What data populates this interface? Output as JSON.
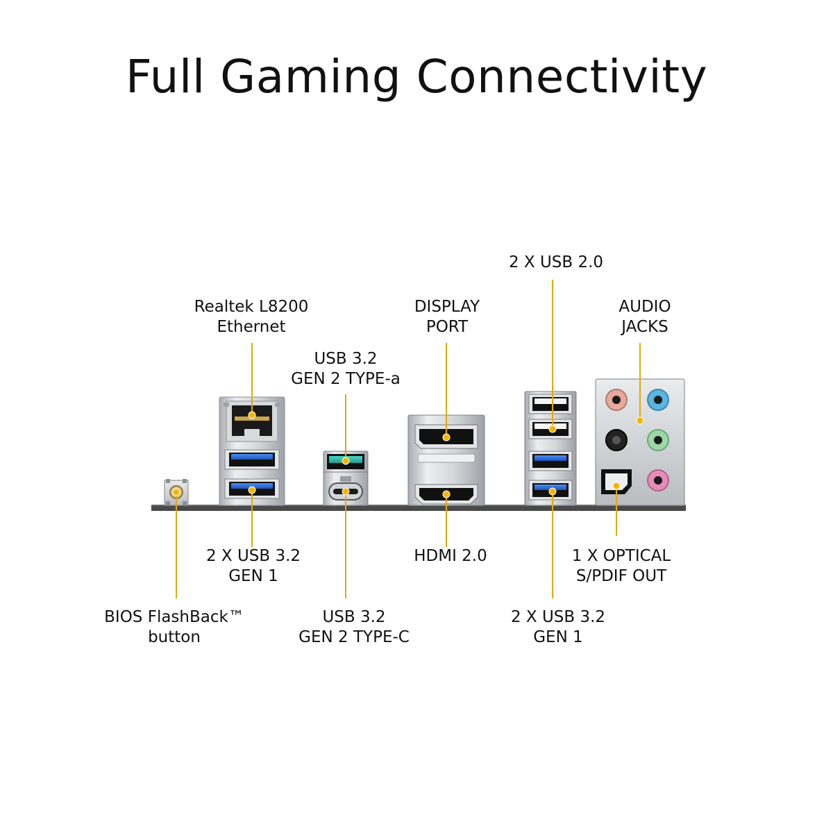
{
  "title": "Full Gaming Connectivity",
  "colors": {
    "callout_line": "#e5a800",
    "callout_dot": "#f2b600",
    "usb3_blue": "#2f6fd6",
    "usb32_gen2_teal": "#2fbfae",
    "panel_silver": "#c9ccd0",
    "board": "#4a4a4a",
    "audio_pink_orange": "#e8a89a",
    "audio_blue": "#5cb4e0",
    "audio_black": "#222222",
    "audio_green": "#9fd8a8",
    "audio_pink": "#e98bb8"
  },
  "labels": {
    "ethernet": [
      "Realtek L8200",
      "Ethernet"
    ],
    "usb_type_a": [
      "USB 3.2",
      "GEN 2 TYPE-a"
    ],
    "displayport": [
      "DISPLAY",
      "PORT"
    ],
    "usb20": [
      "2 X USB 2.0"
    ],
    "audio": [
      "AUDIO",
      "JACKS"
    ],
    "usb_gen1_left": [
      "2 X USB 3.2",
      "GEN 1"
    ],
    "hdmi": [
      "HDMI 2.0"
    ],
    "optical": [
      "1 X OPTICAL",
      "S/PDIF OUT"
    ],
    "bios": [
      "BIOS FlashBack™",
      "button"
    ],
    "usb_type_c": [
      "USB 3.2",
      "GEN 2 TYPE-C"
    ],
    "usb_gen1_right": [
      "2 X USB 3.2",
      "GEN 1"
    ]
  },
  "icons": [
    "rj45-port-icon",
    "usb-a-port-icon",
    "usb-c-port-icon",
    "displayport-port-icon",
    "hdmi-port-icon",
    "audio-jack-icon",
    "optical-port-icon",
    "bios-button-icon"
  ]
}
